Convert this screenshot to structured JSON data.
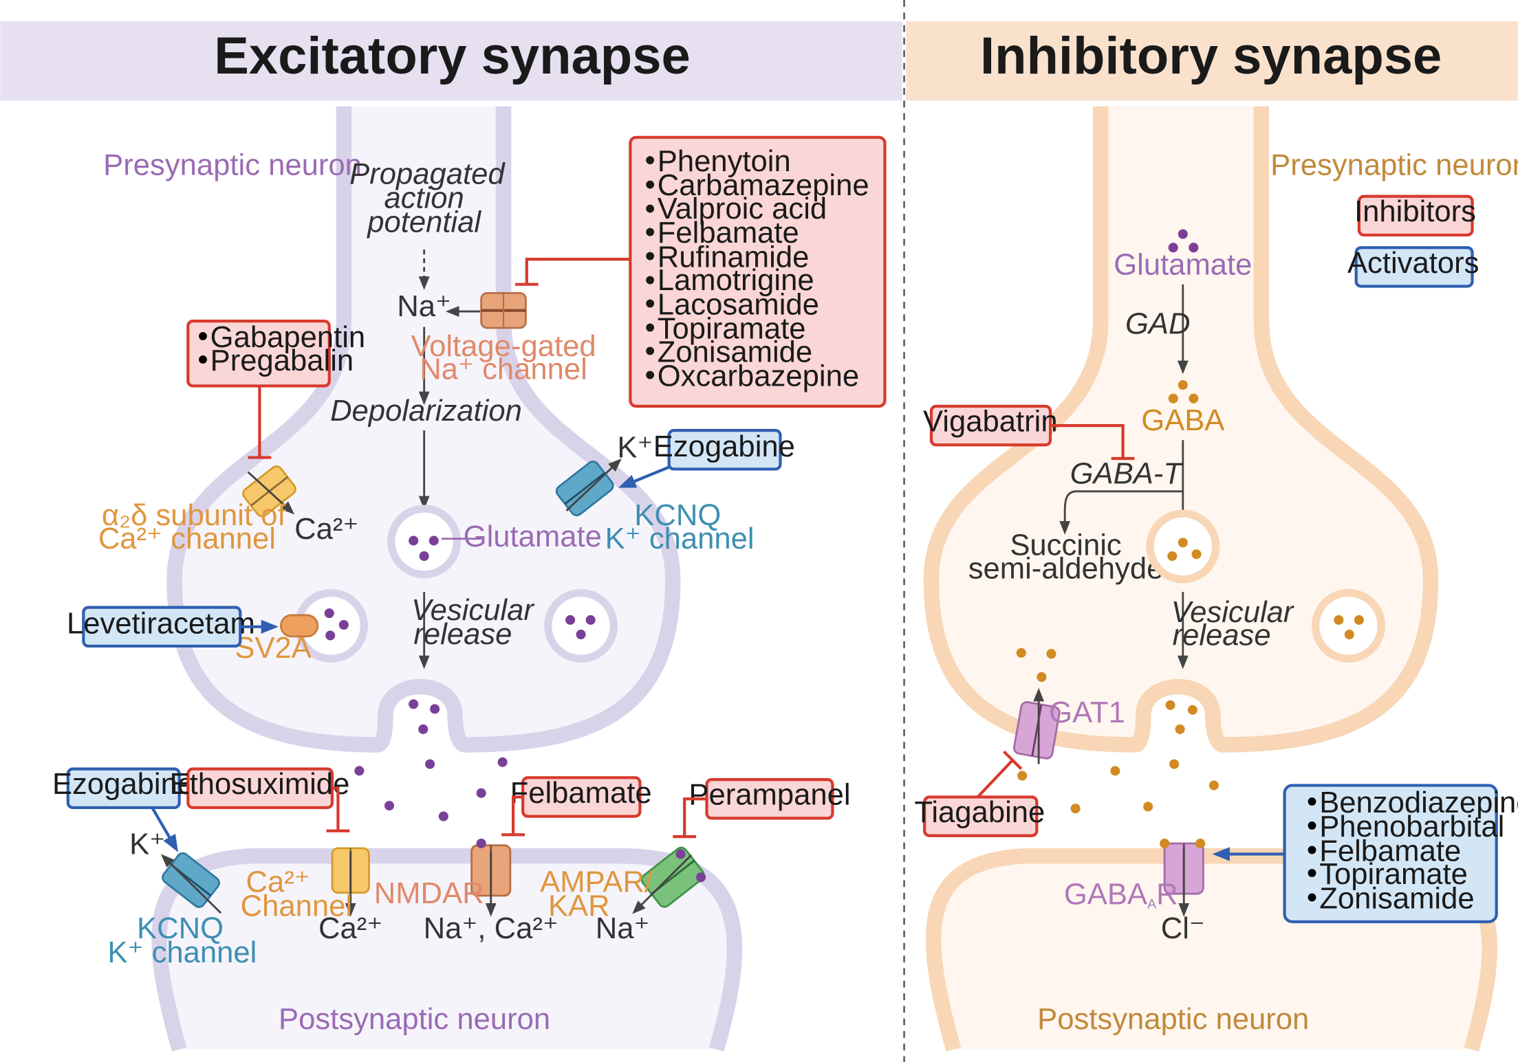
{
  "excitatory": {
    "title": "Excitatory synapse",
    "presynaptic_label": "Presynaptic neuron",
    "postsynaptic_label": "Postsynaptic neuron",
    "propagated_action_potential": [
      "Propagated",
      "action",
      "potential"
    ],
    "depolarization": "Depolarization",
    "vesicular_release": [
      "Vesicular",
      "release"
    ],
    "glutamate": "Glutamate",
    "sodium_channel_label": [
      "Voltage-gated",
      "Na⁺ channel"
    ],
    "kcnq_label": [
      "KCNQ",
      "K⁺ channel"
    ],
    "a2d_label": [
      "α₂δ subunit of",
      "Ca²⁺ channel"
    ],
    "sv2a": "SV2A",
    "ca_channel_label": [
      "Ca²⁺",
      "Channel"
    ],
    "nmdar": "NMDAR",
    "ampar_label": [
      "AMPAR/",
      "KAR"
    ],
    "ions": {
      "na": "Na⁺",
      "k": "K⁺",
      "ca": "Ca²⁺",
      "na_ca": "Na⁺, Ca²⁺"
    },
    "sodium_drugs": [
      "Phenytoin",
      "Carbamazepine",
      "Valproic acid",
      "Felbamate",
      "Rufinamide",
      "Lamotrigine",
      "Lacosamide",
      "Topiramate",
      "Zonisamide",
      "Oxcarbazepine"
    ],
    "gaba_drugs": [
      "Gabapentin",
      "Pregabalin"
    ],
    "ezogabine": "Ezogabine",
    "levetiracetam": "Levetiracetam",
    "ethosuximide": "Ethosuximide",
    "felbamate": "Felbamate",
    "perampanel": "Perampanel"
  },
  "inhibitory": {
    "title": "Inhibitory synapse",
    "presynaptic_label": "Presynaptic neuron",
    "postsynaptic_label": "Postsynaptic neuron",
    "glutamate": "Glutamate",
    "gad": "GAD",
    "gaba": "GABA",
    "gaba_t": "GABA-T",
    "succinic": [
      "Succinic",
      "semi-aldehyde"
    ],
    "vesicular_release": [
      "Vesicular",
      "release"
    ],
    "gat1": "GAT1",
    "gabaar": "GABA",
    "gabaar_sub": "A",
    "gabaar_suffix": "R",
    "cl": "Cl⁻",
    "vigabatrin": "Vigabatrin",
    "tiagabine": "Tiagabine",
    "gabaa_drugs": [
      "Benzodiazepines",
      "Phenobarbital",
      "Felbamate",
      "Topiramate",
      "Zonisamide"
    ],
    "legend": {
      "inhibitors": "Inhibitors",
      "activators": "Activators"
    }
  },
  "colors": {
    "excitatory_header": "#e6e0f1",
    "inhibitory_header": "#f9e1cc",
    "inhibitor_red": "#d73a2d",
    "inhibitor_fill": "#fad6d6",
    "activator_blue": "#2f5fb0",
    "activator_fill": "#d3e6f6",
    "glutamate_purple": "#7a4098",
    "gaba_orange": "#d18b22"
  }
}
